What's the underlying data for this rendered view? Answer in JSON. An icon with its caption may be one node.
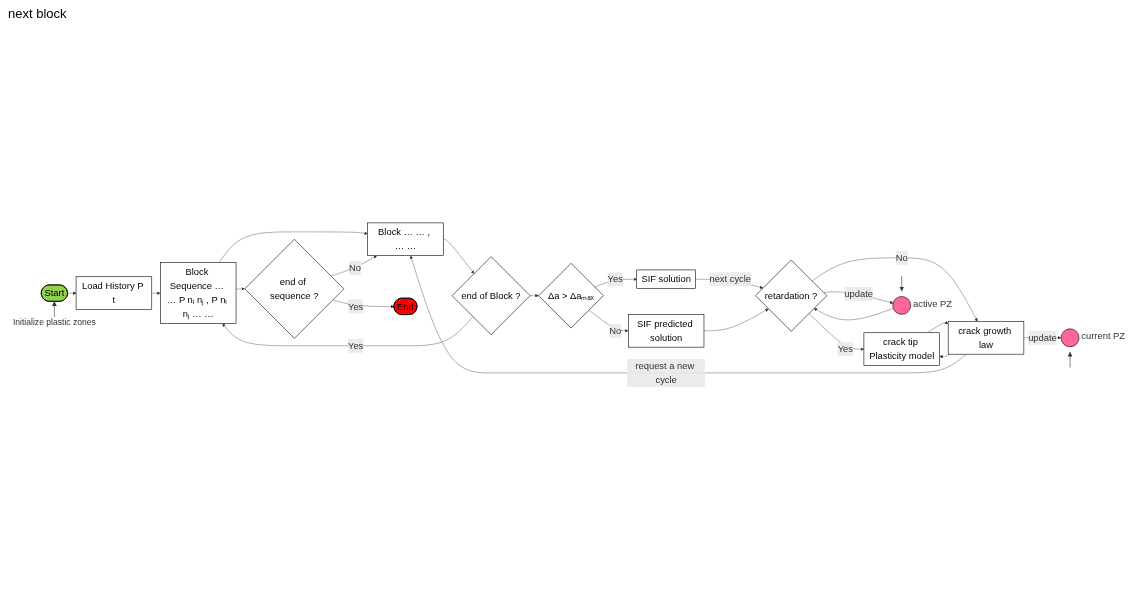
{
  "diagram": {
    "nodes": [
      {
        "text": [
          "Start"
        ]
      },
      {
        "text": [
          "Load History",
          "P",
          "t"
        ]
      },
      {
        "text": [
          "Block Sequence",
          "… …",
          "P",
          "nᵢ",
          "nⱼ",
          ",",
          "P",
          "nᵢ",
          "nⱼ",
          "… …"
        ]
      },
      {
        "text": [
          "Block",
          "… …",
          ",",
          "… …"
        ]
      },
      {
        "text": [
          "end of sequence ?"
        ]
      },
      {
        "text": [
          "End"
        ]
      },
      {
        "text": [
          "end of Block ?"
        ]
      },
      {
        "text": [
          "Δa > Δaₘₐₓ"
        ]
      },
      {
        "text": [
          "SIF solution"
        ]
      },
      {
        "text": [
          "SIF predicted solution"
        ]
      },
      {
        "text": [
          "retardation ?"
        ]
      },
      {
        "text": [
          "crack tip Plasticity model"
        ]
      },
      {
        "text": [
          "crack growth law"
        ]
      },
      {
        "text": [],
        "shape": "circle",
        "beside": [
          "active PZ"
        ]
      },
      {
        "text": [],
        "shape": "circle",
        "beside": [
          "current PZ"
        ]
      }
    ],
    "edges": [
      {
        "from": null,
        "to": 0,
        "arrow": "to",
        "label": "Initialize plastic zones"
      },
      {
        "from": 0,
        "to": 1,
        "arrow": "to"
      },
      {
        "from": 1,
        "to": 2,
        "arrow": "to"
      },
      {
        "from": 2,
        "to": 3,
        "arrow": "to"
      },
      {
        "from": 2,
        "to": 4,
        "arrow": "to"
      },
      {
        "from": 4,
        "to": 3,
        "arrow": "to",
        "label": "No"
      },
      {
        "from": 4,
        "to": 5,
        "arrow": "to",
        "label": "Yes"
      },
      {
        "from": 3,
        "to": 6,
        "arrow": "to"
      },
      {
        "from": 6,
        "to": 2,
        "arrow": "to",
        "label": "Yes"
      },
      {
        "from": 6,
        "to": 7,
        "arrow": "to"
      },
      {
        "from": 7,
        "to": 8,
        "arrow": "to",
        "label": "Yes"
      },
      {
        "from": 7,
        "to": 9,
        "arrow": "to",
        "label": "No"
      },
      {
        "from": 8,
        "to": 10,
        "arrow": "to",
        "label": "next cycle"
      },
      {
        "from": 9,
        "to": 10,
        "arrow": "to"
      },
      {
        "from": 10,
        "to": 11,
        "arrow": "to",
        "label": "Yes"
      },
      {
        "from": 10,
        "to": 12,
        "arrow": "to",
        "label": "No"
      },
      {
        "from": 10,
        "to": 13,
        "arrow": "to",
        "label": "update"
      },
      {
        "from": 12,
        "to": 11,
        "arrow": "to"
      },
      {
        "from": 11,
        "to": 12,
        "arrow": "to"
      },
      {
        "from": 12,
        "to": 14,
        "arrow": "to",
        "label": "update"
      },
      {
        "from": 12,
        "to": 3,
        "arrow": "to",
        "label": "request a new cycle"
      },
      {
        "from": 13,
        "to": 10,
        "arrow": "to"
      },
      {
        "from": null,
        "to": 13,
        "arrow": "to"
      },
      {
        "from": null,
        "to": 14,
        "arrow": "to"
      }
    ],
    "labels": [
      "next block"
    ]
  }
}
